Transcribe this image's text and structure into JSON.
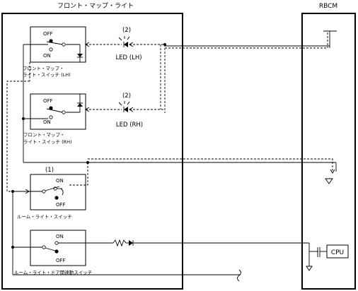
{
  "titles": {
    "front_map_light": "フロント・マップ・ライト",
    "rbcm": "RBCM"
  },
  "switches": {
    "lh": {
      "off": "OFF",
      "on": "ON",
      "label_line1": "フロント・マップ・",
      "label_line2": "ライト・スイッチ (LH)"
    },
    "rh": {
      "off": "OFF",
      "on": "ON",
      "label_line1": "フロント・マップ・",
      "label_line2": "ライト・スイッチ (RH)"
    },
    "room": {
      "marker": "(1)",
      "on": "ON",
      "off": "OFF",
      "label": "ルーム・ライト・スイッチ"
    },
    "door": {
      "on": "ON",
      "off": "OFF",
      "label": "ルーム・ライト・ドア開連動スイッチ"
    }
  },
  "leds": {
    "lh": {
      "marker": "(2)",
      "label": "LED (LH)"
    },
    "rh": {
      "marker": "(2)",
      "label": "LED (RH)"
    }
  },
  "cpu": {
    "label": "CPU"
  }
}
